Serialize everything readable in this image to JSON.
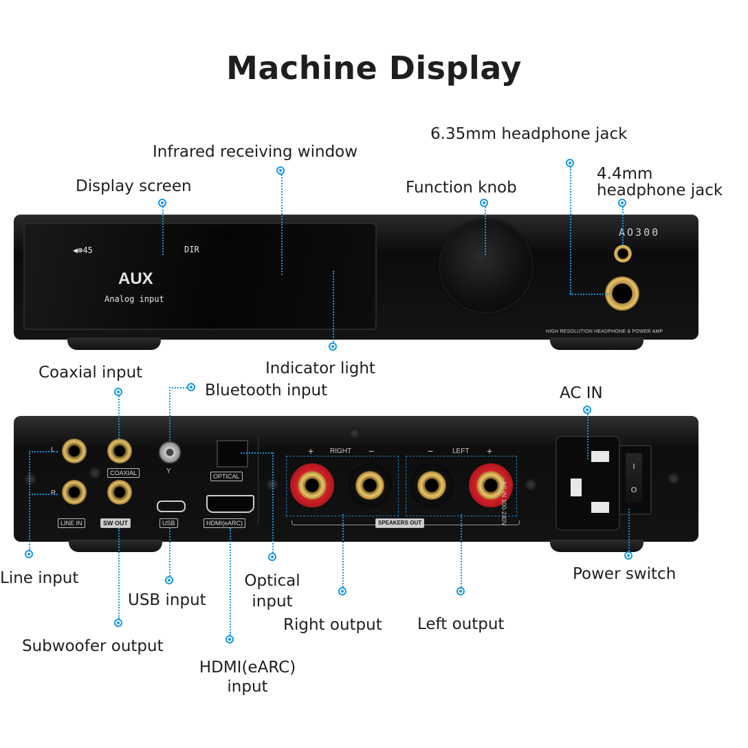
{
  "title": "Machine Display",
  "front_labels": {
    "infrared": "Infrared receiving window",
    "display": "Display screen",
    "knob": "Function knob",
    "jack635": "6.35mm headphone jack",
    "jack44_line1": "4.4mm",
    "jack44_line2": "headphone jack",
    "indicator": "Indicator light"
  },
  "screen": {
    "volume": "◀⊛45",
    "dir": "DIR",
    "source": "AUX",
    "subtitle": "Analog input"
  },
  "device": {
    "brand": "AO300",
    "tagline": "HIGH RESOLUTION HEADPHONE & POWER AMP"
  },
  "rear_panel": {
    "coaxial": "COAXIAL",
    "line_in": "LINE IN",
    "sw_out": "SW OUT",
    "usb": "USB",
    "optical": "OPTICAL",
    "hdmi": "HDMI(eARC)",
    "right": "RIGHT",
    "left": "LEFT",
    "plus": "+",
    "minus": "−",
    "speakers_out": "SPEAKERS OUT",
    "ac_rating": "~AC IN 100-240V",
    "ch_l": "L",
    "ch_r": "R",
    "switch_on": "I",
    "switch_off": "O",
    "antenna": "Y"
  },
  "rear_labels": {
    "coaxial": "Coaxial input",
    "bluetooth": "Bluetooth input",
    "ac_in": "AC IN",
    "line": "Line input",
    "usb": "USB input",
    "optical_line1": "Optical",
    "optical_line2": "input",
    "right_out": "Right output",
    "left_out": "Left output",
    "power": "Power switch",
    "subwoofer": "Subwoofer output",
    "hdmi_line1": "HDMI(eARC)",
    "hdmi_line2": "input"
  },
  "colors": {
    "accent": "#1496e6",
    "body": "#111111",
    "gold": "#e3c16b",
    "red_terminal": "#c81c24"
  }
}
